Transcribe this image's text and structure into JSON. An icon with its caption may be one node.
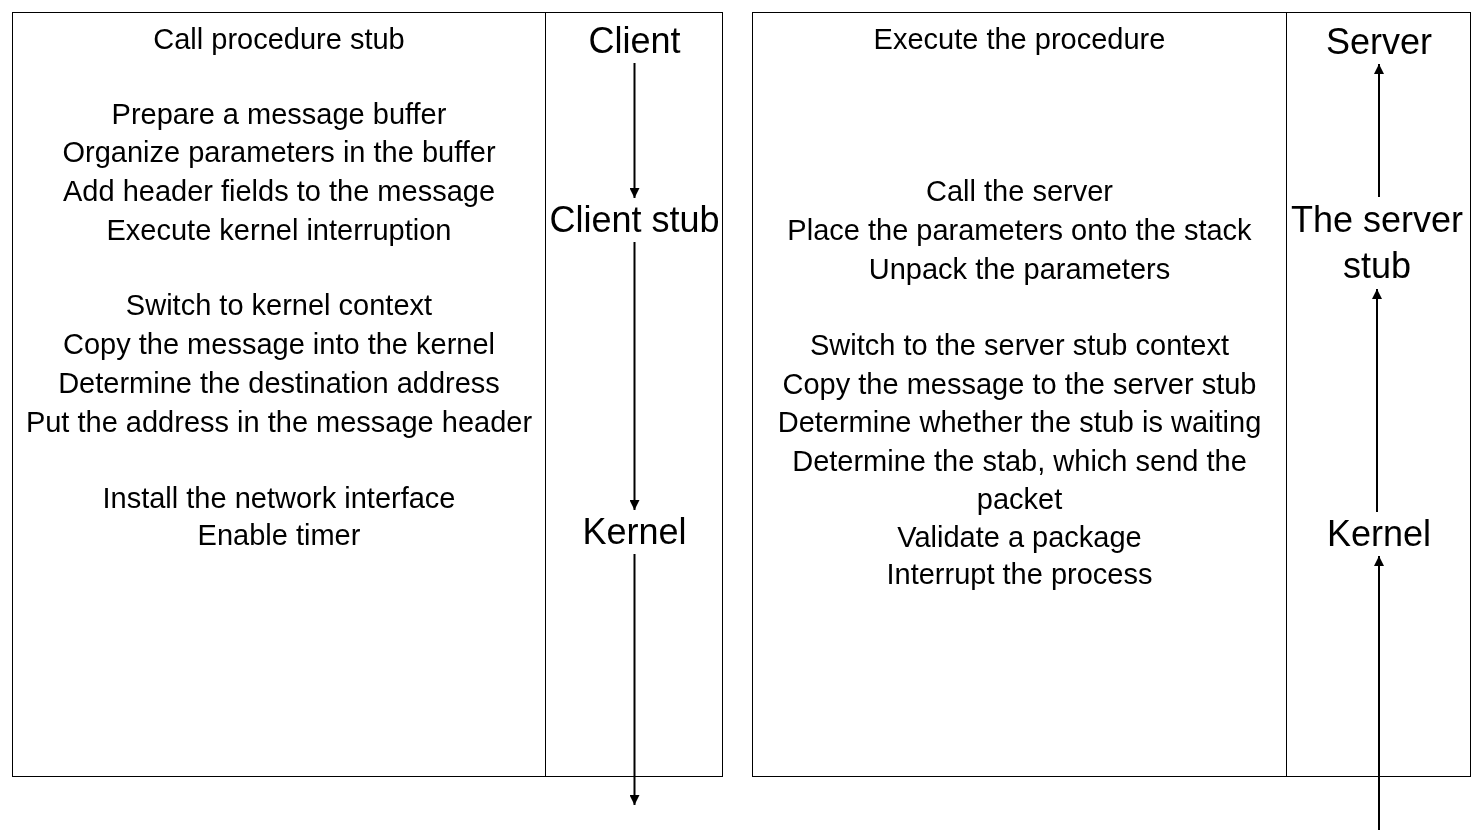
{
  "diagram": {
    "nodes": [
      {
        "text": [
          "Call procedure stub",
          "Prepare a message buffer",
          "Organize parameters in the buffer",
          "Add header fields to the message",
          "Execute kernel interruption",
          "Switch to kernel context",
          "Copy the message into the kernel",
          "Determine the destination address",
          "Put the address in the message header",
          "Install the network interface",
          "Enable timer"
        ]
      },
      {
        "text": [],
        "shape": "box"
      },
      {
        "text": [
          "Client"
        ],
        "in": 1
      },
      {
        "text": [
          "Client stub"
        ],
        "in": 1
      },
      {
        "text": [
          "Kernel"
        ],
        "in": 1
      },
      {
        "text": [
          "Execute the procedure",
          "Call the server",
          "Place the parameters onto the stack",
          "Unpack the parameters",
          "Switch to the server stub context",
          "Copy the message to the server stub",
          "Determine whether the stub is waiting",
          "Determine the stab, which send the packet",
          "Validate a package",
          "Interrupt the process"
        ]
      },
      {
        "text": [],
        "shape": "box"
      },
      {
        "text": [
          "Server"
        ],
        "in": 6
      },
      {
        "text": [
          "The server stub"
        ],
        "in": 6
      },
      {
        "text": [
          "Kernel"
        ],
        "in": 6
      }
    ],
    "edges": [
      {
        "from": 2,
        "to": 3,
        "arrow": "to"
      },
      {
        "from": 3,
        "to": 4,
        "arrow": "to"
      },
      {
        "from": 4,
        "to": null,
        "arrow": "to"
      },
      {
        "from": null,
        "to": 9,
        "arrow": "to"
      },
      {
        "from": 9,
        "to": 8,
        "arrow": "to"
      },
      {
        "from": 8,
        "to": 7,
        "arrow": "to"
      }
    ]
  }
}
